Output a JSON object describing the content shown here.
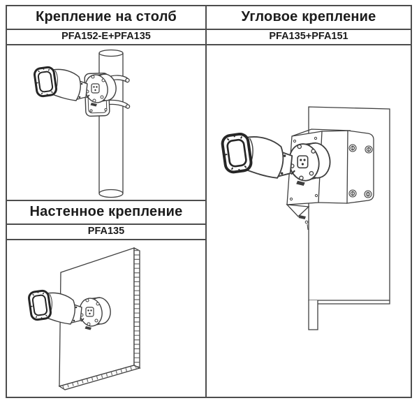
{
  "panels": {
    "pole": {
      "title": "Крепление на столб",
      "model": "PFA152-E+PFA135"
    },
    "corner": {
      "title": "Угловое крепление",
      "model": "PFA135+PFA151"
    },
    "wall": {
      "title": "Настенное крепление",
      "model": "PFA135"
    }
  },
  "diagrams": {
    "pole": "bullet camera on round junction box with square adapter plate strapped to a pole with two bands",
    "corner": "bullet camera on round junction box fixed to L-shaped corner bracket bolted with four screws to a wall corner",
    "wall": "bullet camera on round junction box mounted on a flat wall panel with hatched edge"
  },
  "colors": {
    "background": "#ffffff",
    "border": "#4d4d4d",
    "line_art": "#3f3f3f",
    "lens_dark": "#262626",
    "text": "#1c1c1c"
  }
}
